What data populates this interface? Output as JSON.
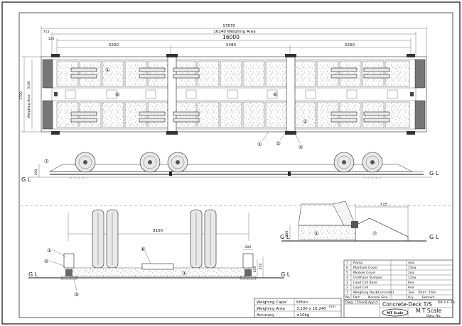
{
  "plan": {
    "dims": {
      "overall": "17670",
      "weighing_area": "16240 Weighing Area",
      "inner": "16000",
      "left_offset": "715",
      "left_offset2": "120",
      "span_left": "5260",
      "span_mid": "5480",
      "span_right": "5260",
      "width_outer": "3700",
      "width_inner": "3100",
      "width_label": "Weighing Area"
    },
    "callouts": [
      "①",
      "⑥",
      "⑥",
      "①",
      "①",
      "⑤",
      "④"
    ]
  },
  "elevation": {
    "dim_height": "200",
    "gl_left": "G  L",
    "gl_right": "G  L",
    "callout": "⑦"
  },
  "section": {
    "dim_width": "3100",
    "dim_side": "200",
    "dim_h1": "200",
    "dim_h2": "250",
    "gl_left": "G  L",
    "gl_right": "G  L",
    "callouts": [
      "①",
      "②",
      "③",
      "⑥",
      "①"
    ]
  },
  "ramp_detail": {
    "dim_length": "715",
    "dim_height": "200",
    "gl_left": "G  L",
    "gl_right": "G  L",
    "callouts": [
      "①",
      "⑦"
    ]
  },
  "spec_table": {
    "rows": [
      {
        "label": "Weighing Capa'",
        "value": "60ton"
      },
      {
        "label": "Weighing Area",
        "value": "3,100 x 16,240",
        "unit": "mm"
      },
      {
        "label": "Accuracy",
        "value": "±10kg"
      }
    ]
  },
  "parts_list": {
    "rows": [
      {
        "no": "7",
        "part": "Ramp",
        "qty": "4ea",
        "remark": ""
      },
      {
        "no": "6",
        "part": "Manhole Cover",
        "qty": "15ea",
        "remark": ""
      },
      {
        "no": "5",
        "part": "Module Cover",
        "qty": "2ea",
        "remark": ""
      },
      {
        "no": "4",
        "part": "Urethane Bumper",
        "qty": "12ea",
        "remark": ""
      },
      {
        "no": "3",
        "part": "Load Cell Base",
        "qty": "6ea",
        "remark": ""
      },
      {
        "no": "2",
        "part": "Load Cell",
        "qty": "6ea",
        "remark": ""
      },
      {
        "no": "1",
        "part": "Weighing Deck",
        "spec": "(Concrete)",
        "qty": "3ea",
        "remark": "Total : 16m"
      }
    ],
    "header": {
      "no": "No.",
      "part": "Part",
      "spec": "Normal  Size",
      "qty": "Q'y",
      "remark": "Remark"
    }
  },
  "title_block": {
    "title": "Concrete-Deck T/S",
    "company": "M T Scale",
    "logo_text": "MT Scale",
    "dwg_label": "Dwg",
    "check_label": "Check",
    "app_label": "App'd",
    "dwg_no_label": "Dwg. No.",
    "code": "DB-1-C-16"
  }
}
